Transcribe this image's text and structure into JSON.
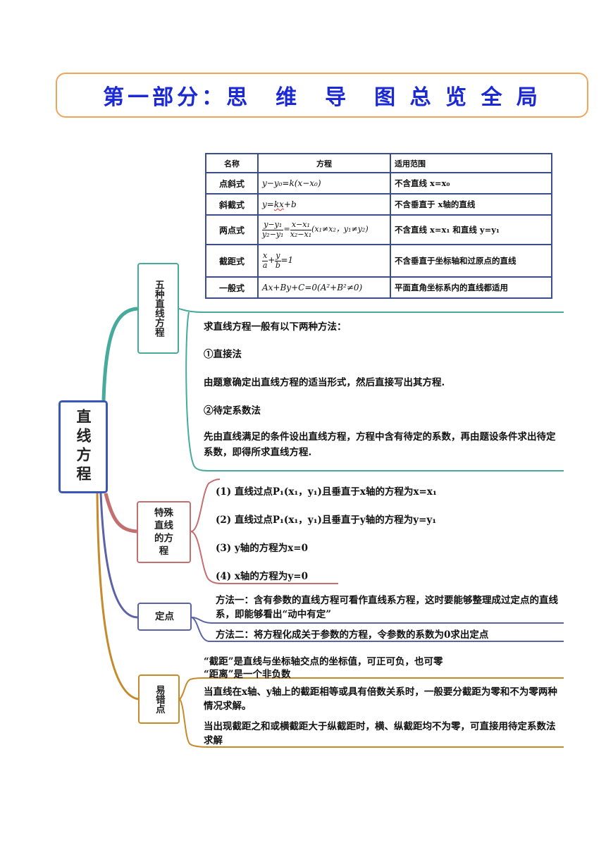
{
  "header": {
    "title": "第一部分：思　维　导　图 总 览 全 局"
  },
  "root": {
    "label": "直线方程"
  },
  "branches": {
    "b1": {
      "label": "五种直线方程",
      "table": {
        "headers": [
          "名称",
          "方程",
          "适用范围"
        ],
        "rows": [
          {
            "name": "点斜式",
            "eq": "y−y₀=k(x−x₀)",
            "range": "不含直线 x=x₀"
          },
          {
            "name": "斜截式",
            "eq_pre": "y=",
            "eq_kx": "kx",
            "eq_post": "+b",
            "range": "不含垂直于 x轴的直线"
          },
          {
            "name": "两点式",
            "frac1_num": "y−y₁",
            "frac1_den": "y₂−y₁",
            "eq_mid": "=",
            "frac2_num": "x−x₁",
            "frac2_den": "x₂−x₁",
            "eq_cond": "(x₁≠x₂，y₁≠y₂)",
            "range": "不含直线 x=x₁ 和直线 y=y₁"
          },
          {
            "name": "截距式",
            "frac1_num": "x",
            "frac1_den": "a",
            "eq_plus": "+",
            "frac2_num": "y",
            "frac2_den": "b",
            "eq_post": "=1",
            "range": "不含垂直于坐标轴和过原点的直线"
          },
          {
            "name": "一般式",
            "eq": "Ax+By+C=0(A²+B²≠0)",
            "range": "平面直角坐标系内的直线都适用"
          }
        ]
      },
      "methods_intro": "求直线方程一般有以下两种方法：",
      "method1_title": "①直接法",
      "method1_desc": "由题意确定出直线方程的适当形式，然后直接写出其方程.",
      "method2_title": "②待定系数法",
      "method2_desc": "先由直线满足的条件设出直线方程，方程中含有待定的系数，再由题设条件求出待定系数，即得所求直线方程."
    },
    "b2": {
      "label": "特殊直线的方程",
      "items": [
        "(1) 直线过点P₁(x₁，y₁)且垂直于x轴的方程为x=x₁",
        "(2) 直线过点P₁(x₁，y₁)且垂直于y轴的方程为y=y₁",
        "(3) y轴的方程为x=0",
        "(4) x轴的方程为y=0"
      ]
    },
    "b3": {
      "label": "定点",
      "method1": "方法一：含有参数的直线方程可看作直线系方程，这时要能够整理成过定点的直线系，即能够看出“动中有定”",
      "method2": "方法二：将方程化成关于参数的方程，令参数的系数为0求出定点"
    },
    "b4": {
      "label": "易错点",
      "note1_line1": "“截距”是直线与坐标轴交点的坐标值，可正可负，也可零",
      "note1_line2": "“距离”是一个非负数",
      "note2": "当直线在x轴、y轴上的截距相等或具有倍数关系时，一般要分截距为零和不为零两种情况求解。",
      "note3": "当出现截距之和或横截距大于纵截距时，横、纵截距均不为零，可直接用待定系数法求解"
    }
  },
  "colors": {
    "title": "#1b28d6",
    "header_border": "#f0a45c",
    "root_border": "#3a56b7",
    "branch1": "#46aa9d",
    "branch2": "#c46f6f",
    "branch3": "#5b62a6",
    "branch4": "#c58a2c"
  }
}
